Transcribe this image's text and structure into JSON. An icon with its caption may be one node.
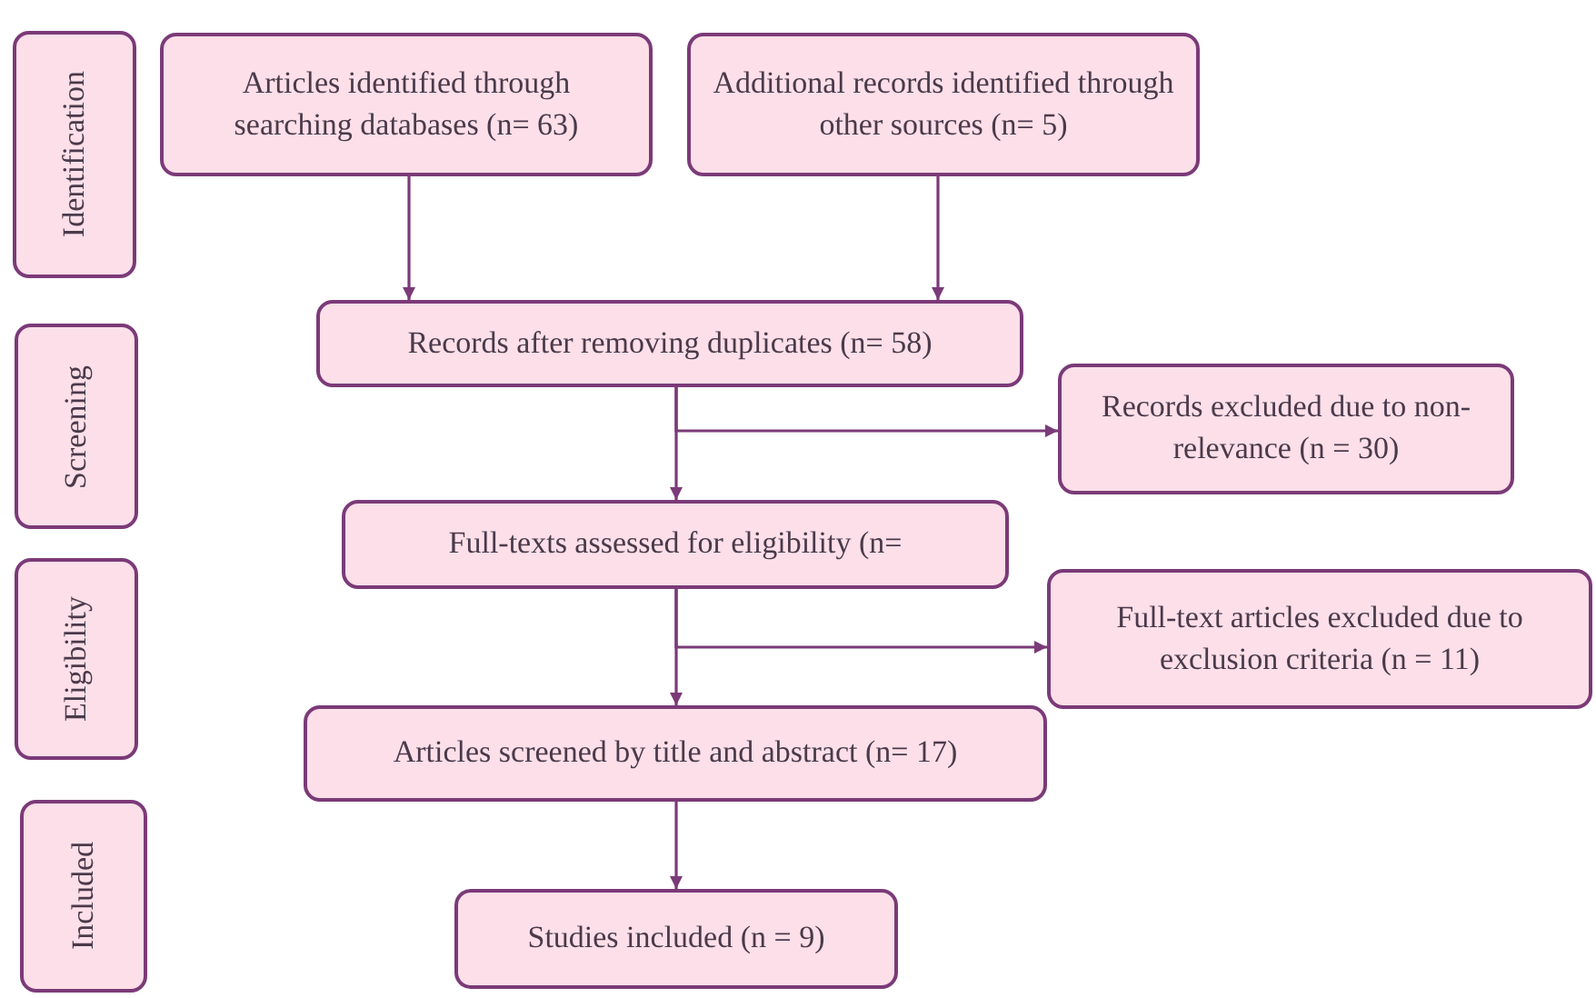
{
  "diagram": {
    "nodes": [
      {
        "text": [
          "Identification"
        ]
      },
      {
        "text": [
          "Articles identified through searching databases (n= 63)"
        ]
      },
      {
        "text": [
          "Additional records identified through other sources (n= 5)"
        ]
      },
      {
        "text": [
          "Screening"
        ]
      },
      {
        "text": [
          "Records after removing duplicates (n= 58)"
        ]
      },
      {
        "text": [
          "Records excluded due to non-relevance (n = 30)"
        ]
      },
      {
        "text": [
          "Full-texts assessed for eligibility (n="
        ]
      },
      {
        "text": [
          "Eligibility"
        ]
      },
      {
        "text": [
          "Full-text articles excluded due to exclusion criteria (n = 11)"
        ]
      },
      {
        "text": [
          "Articles screened by title and abstract (n= 17)"
        ]
      },
      {
        "text": [
          "Included"
        ]
      },
      {
        "text": [
          "Studies included (n = 9)"
        ]
      }
    ],
    "edges": [
      {
        "from": 1,
        "to": 4,
        "arrow": "to"
      },
      {
        "from": 2,
        "to": 4,
        "arrow": "to"
      },
      {
        "from": 4,
        "to": 6,
        "arrow": "to"
      },
      {
        "from": 4,
        "to": 5,
        "arrow": "to"
      },
      {
        "from": 6,
        "to": 9,
        "arrow": "to"
      },
      {
        "from": 6,
        "to": 8,
        "arrow": "to"
      },
      {
        "from": 9,
        "to": 11,
        "arrow": "to"
      }
    ]
  }
}
